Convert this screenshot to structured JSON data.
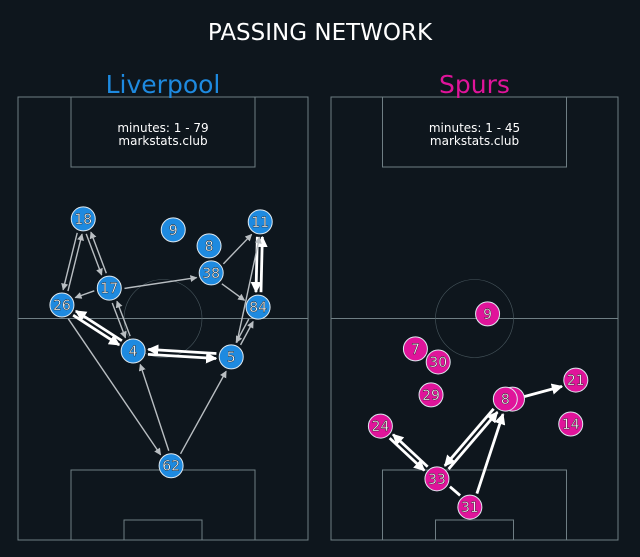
{
  "title": "PASSING NETWORK",
  "colors": {
    "background": "#0e161d",
    "lines": "#6f7e84",
    "home": "#1e8ae0",
    "away": "#e0149a",
    "edge": "#ffffff",
    "edge_light": "#b9bec2"
  },
  "chart_data": {
    "type": "network",
    "pitch_units": {
      "width": 68,
      "length": 105
    },
    "teams": [
      {
        "name": "Liverpool",
        "minutes": "minutes: 1 - 79",
        "source": "markstats.club",
        "color": "#1e8ae0",
        "players": [
          {
            "id": "18",
            "x": 15.3,
            "y": 28.9
          },
          {
            "id": "9",
            "x": 36.4,
            "y": 31.5
          },
          {
            "id": "8",
            "x": 44.8,
            "y": 35.3
          },
          {
            "id": "11",
            "x": 56.8,
            "y": 29.6
          },
          {
            "id": "38",
            "x": 45.3,
            "y": 41.7
          },
          {
            "id": "17",
            "x": 21.4,
            "y": 45.3
          },
          {
            "id": "26",
            "x": 10.3,
            "y": 49.3
          },
          {
            "id": "84",
            "x": 56.3,
            "y": 49.8
          },
          {
            "id": "4",
            "x": 27.0,
            "y": 60.2
          },
          {
            "id": "5",
            "x": 50.0,
            "y": 61.6
          },
          {
            "id": "62",
            "x": 35.9,
            "y": 87.4
          }
        ],
        "passes": [
          {
            "from": "18",
            "to": "26",
            "strong": false
          },
          {
            "from": "26",
            "to": "18",
            "strong": false
          },
          {
            "from": "18",
            "to": "17",
            "strong": false
          },
          {
            "from": "17",
            "to": "18",
            "strong": false
          },
          {
            "from": "17",
            "to": "26",
            "strong": false
          },
          {
            "from": "17",
            "to": "38",
            "strong": false
          },
          {
            "from": "38",
            "to": "11",
            "strong": false
          },
          {
            "from": "38",
            "to": "84",
            "strong": false
          },
          {
            "from": "11",
            "to": "84",
            "strong": true
          },
          {
            "from": "84",
            "to": "11",
            "strong": true
          },
          {
            "from": "5",
            "to": "11",
            "strong": false
          },
          {
            "from": "5",
            "to": "84",
            "strong": false
          },
          {
            "from": "84",
            "to": "5",
            "strong": false
          },
          {
            "from": "4",
            "to": "26",
            "strong": true
          },
          {
            "from": "26",
            "to": "4",
            "strong": true
          },
          {
            "from": "17",
            "to": "4",
            "strong": false
          },
          {
            "from": "4",
            "to": "17",
            "strong": false
          },
          {
            "from": "4",
            "to": "5",
            "strong": true
          },
          {
            "from": "5",
            "to": "4",
            "strong": true
          },
          {
            "from": "26",
            "to": "62",
            "strong": false
          },
          {
            "from": "62",
            "to": "4",
            "strong": false
          },
          {
            "from": "62",
            "to": "5",
            "strong": false
          }
        ]
      },
      {
        "name": "Spurs",
        "minutes": "minutes: 1 - 45",
        "source": "markstats.club",
        "color": "#e0149a",
        "players": [
          {
            "id": "9",
            "x": 37.1,
            "y": 51.4
          },
          {
            "id": "7",
            "x": 20.0,
            "y": 59.7
          },
          {
            "id": "30",
            "x": 25.4,
            "y": 62.8
          },
          {
            "id": "29",
            "x": 23.7,
            "y": 70.6
          },
          {
            "id": "",
            "x": 43.0,
            "y": 71.6
          },
          {
            "id": "8",
            "x": 41.3,
            "y": 71.6
          },
          {
            "id": "21",
            "x": 58.0,
            "y": 67.1
          },
          {
            "id": "24",
            "x": 11.7,
            "y": 78.0
          },
          {
            "id": "14",
            "x": 56.8,
            "y": 77.5
          },
          {
            "id": "33",
            "x": 25.1,
            "y": 90.5
          },
          {
            "id": "31",
            "x": 32.9,
            "y": 97.2
          }
        ],
        "passes": [
          {
            "from": "24",
            "to": "33",
            "strong": true
          },
          {
            "from": "33",
            "to": "24",
            "strong": true
          },
          {
            "from": "8",
            "to": "33",
            "strong": true
          },
          {
            "from": "33",
            "to": "8",
            "strong": true
          },
          {
            "from": "31",
            "to": "8",
            "strong": true
          },
          {
            "from": "31",
            "to": "33",
            "strong": true,
            "no_arrow": true
          },
          {
            "from": "8",
            "to": "21",
            "strong": true
          }
        ]
      }
    ]
  }
}
